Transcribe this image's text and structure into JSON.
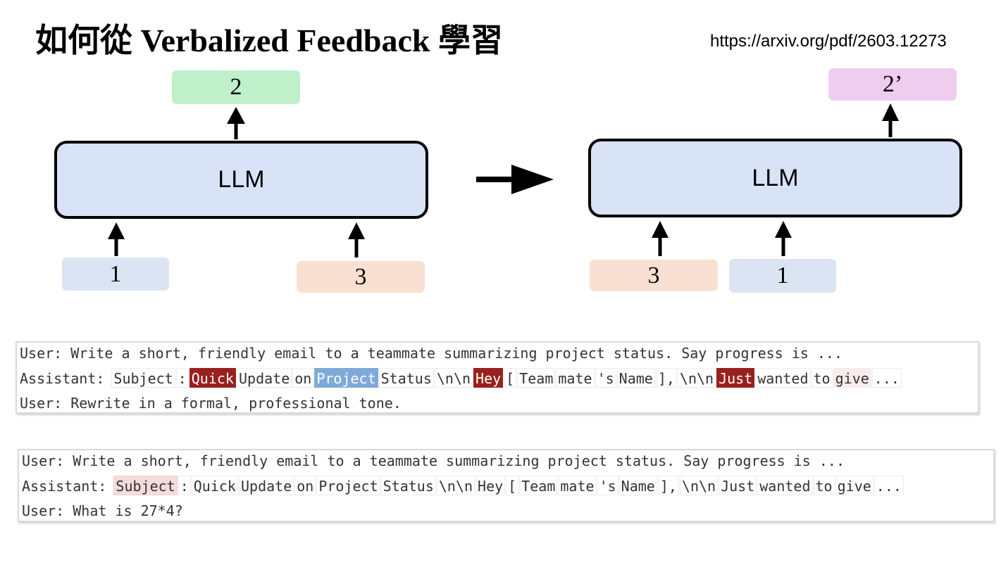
{
  "title": "如何從 Verbalized Feedback 學習",
  "url": "https://arxiv.org/pdf/2603.12273",
  "diagram": {
    "left": {
      "model": "LLM",
      "output": "2",
      "input_a": "1",
      "input_b": "3"
    },
    "right": {
      "model": "LLM",
      "output": "2’",
      "input_a": "3",
      "input_b": "1"
    }
  },
  "colors": {
    "llm_fill": "#d9e3f8",
    "token_blue": "#dbe4f2",
    "token_green": "#bff0ca",
    "token_orange": "#f9e0d3",
    "token_pink": "#efcdef",
    "highlight_dark_red": "#98201d",
    "highlight_blue": "#7fa9d8"
  },
  "panel1": {
    "user1": "User: Write a short, friendly email to a teammate summarizing project status. Say progress is ...",
    "assistant_label": "Assistant:",
    "tokens": [
      "Subject",
      ":",
      "Quick",
      "Update",
      "on",
      "Project",
      "Status",
      "\\n\\n",
      "Hey",
      "[",
      "Team",
      "mate",
      "'s",
      "Name",
      "],",
      "\\n\\n",
      "Just",
      "wanted",
      "to",
      "give",
      "..."
    ],
    "user2": "User: Rewrite in a formal, professional tone."
  },
  "panel2": {
    "user1": "User: Write a short, friendly email to a teammate summarizing project status. Say progress is ...",
    "assistant_label": "Assistant:",
    "tokens": [
      "Subject",
      ":",
      "Quick",
      "Update",
      "on",
      "Project",
      "Status",
      "\\n\\n",
      "Hey",
      "[",
      "Team",
      "mate",
      "'s",
      "Name",
      "],",
      "\\n\\n",
      "Just",
      "wanted",
      "to",
      "give",
      "..."
    ],
    "user2": "User: What is 27*4?"
  }
}
